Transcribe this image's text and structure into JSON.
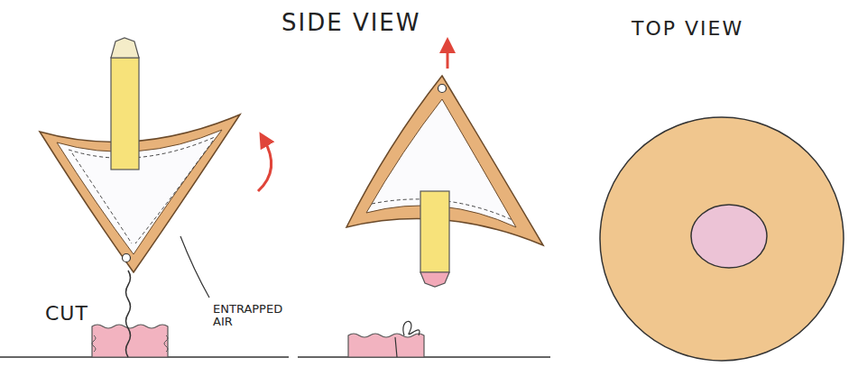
{
  "diagram": {
    "labels": [
      "SIDE VIEW",
      "TOP VIEW",
      "CUT",
      "ENTRAPPED AIR"
    ]
  }
}
